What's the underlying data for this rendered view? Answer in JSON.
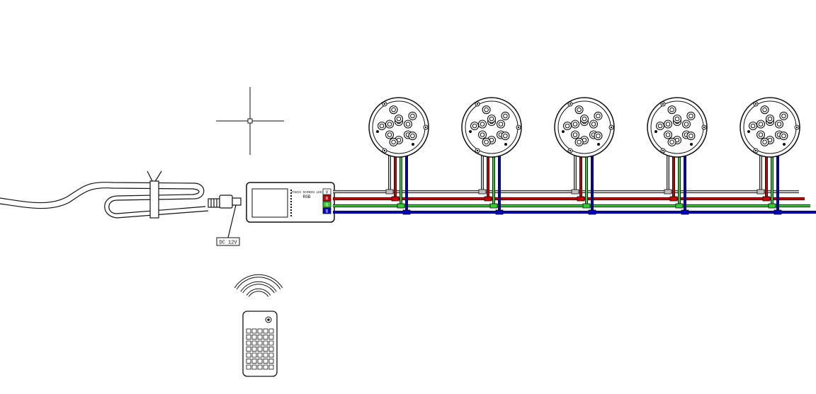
{
  "labels": {
    "power_label": "DC 12V",
    "controller_title": "TOUCH SCREEN LED",
    "controller_subtitle": "RGB",
    "terminal_v": "V",
    "terminal_r": "R",
    "terminal_g": "G",
    "terminal_b": "B"
  },
  "colors": {
    "line": "#111111",
    "white_wire": "#bfbfbf",
    "red_wire": "#cc0000",
    "green_wire": "#33cc33",
    "blue_wire": "#0000cc"
  },
  "icons": {
    "cursor": "crosshair-cursor-icon",
    "signal": "wireless-signal-icon",
    "remote": "remote-control-icon"
  },
  "diagram": {
    "light_count": 5,
    "led_count": 12,
    "remote_rows": 7,
    "remote_cols": 5
  }
}
